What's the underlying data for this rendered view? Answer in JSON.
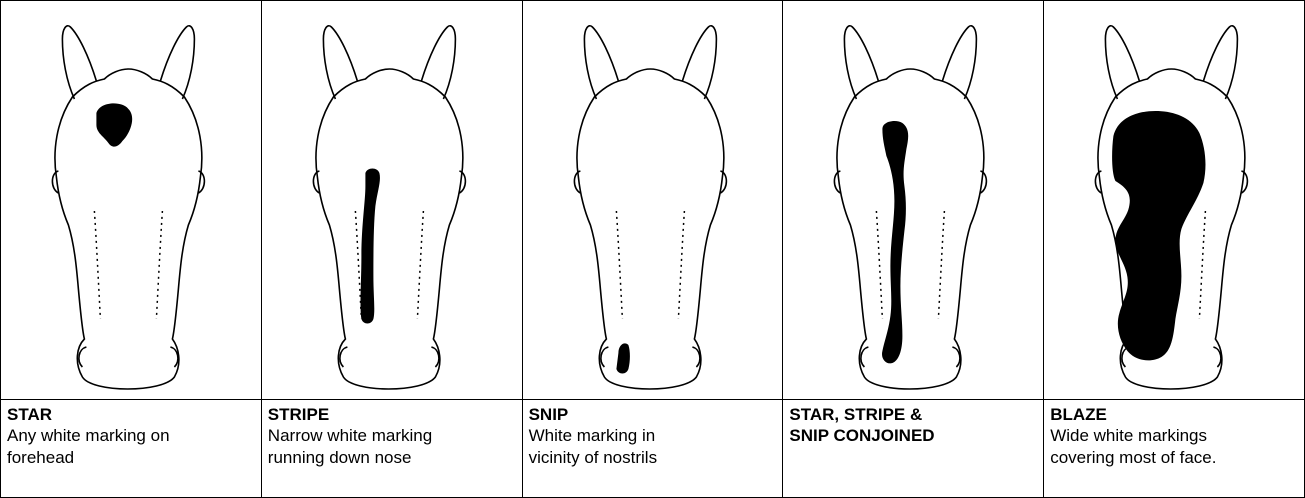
{
  "panels": [
    {
      "title": "STAR",
      "description": "Any white marking on\nforehead",
      "marking": "star"
    },
    {
      "title": "STRIPE",
      "description": "Narrow white marking\nrunning down nose",
      "marking": "stripe"
    },
    {
      "title": "SNIP",
      "description": "White marking in\nvicinity of nostrils",
      "marking": "snip"
    },
    {
      "title": "STAR, STRIPE &\nSNIP CONJOINED",
      "description": "",
      "marking": "star-stripe-snip"
    },
    {
      "title": "BLAZE",
      "description": "Wide white markings\ncovering most of face.",
      "marking": "blaze"
    }
  ],
  "colors": {
    "marking": "#000000",
    "outline": "#000000",
    "background": "#ffffff"
  }
}
